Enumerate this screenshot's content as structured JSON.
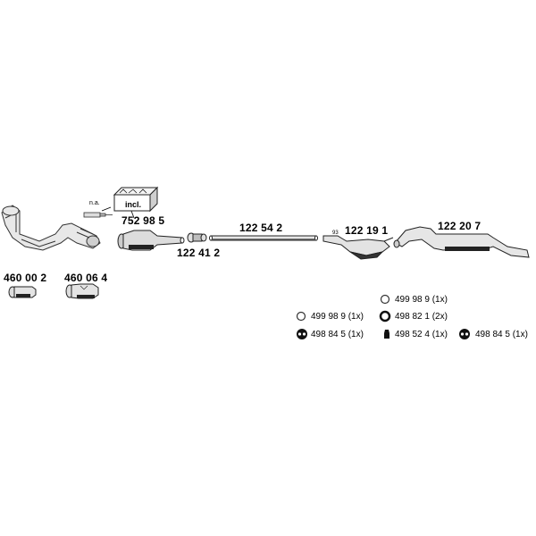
{
  "diagram": {
    "labels": {
      "manifold_pipe": "460 00 2",
      "catalyst_small": "460 06 4",
      "kit": "752 98 5",
      "kit_note": "incl.",
      "sensor_note": "n.a.",
      "catalyst_front": "122 41 2",
      "middle_pipe": "122 54 2",
      "middle_silencer": "122 19 1",
      "middle_silencer_mark": "93",
      "rear_silencer": "122 20 7"
    },
    "hardware": [
      {
        "icon": "clamp-ring-icon",
        "label": "499 98 9 (1x)"
      },
      {
        "icon": "clamp-ring-icon",
        "label": "499 98 9 (1x)"
      },
      {
        "icon": "o-ring-icon",
        "label": "498 82 1 (2x)"
      },
      {
        "icon": "rubber-mount-icon",
        "label": "498 84 5 (1x)"
      },
      {
        "icon": "rubber-hanger-icon",
        "label": "498 52 4  (1x)"
      },
      {
        "icon": "rubber-mount-icon",
        "label": "498 84 5 (1x)"
      }
    ]
  }
}
